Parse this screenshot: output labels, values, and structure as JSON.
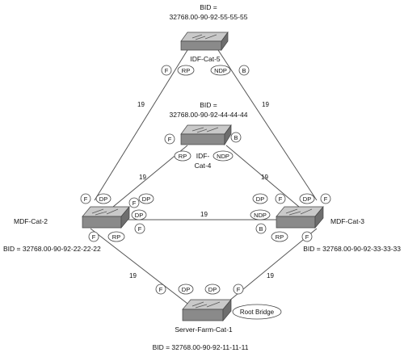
{
  "switches": {
    "idf5": {
      "name": "IDF-Cat-5",
      "bid_label": "BID =",
      "bid_value": "32768.00-90-92-55-55-55"
    },
    "idf4": {
      "name_line1": "IDF-",
      "name_line2": "Cat-4",
      "bid_label": "BID =",
      "bid_value": "32768.00-90-92-44-44-44"
    },
    "mdf2": {
      "name": "MDF-Cat-2",
      "bid": "BID = 32768.00-90-92-22-22-22"
    },
    "mdf3": {
      "name": "MDF-Cat-3",
      "bid": "BID = 32768.00-90-92-33-33-33"
    },
    "sf1": {
      "name": "Server-Farm-Cat-1",
      "bid": "BID = 32768.00-90-92-11-11-11",
      "root_label": "Root Bridge"
    }
  },
  "link_costs": {
    "idf5_mdf2": "19",
    "idf5_mdf3": "19",
    "idf4_mdf2": "19",
    "idf4_mdf3": "19",
    "mdf2_mdf3": "19",
    "mdf2_sf1": "19",
    "mdf3_sf1": "19"
  },
  "port_tags": {
    "idf5_f": "F",
    "idf5_rp": "RP",
    "idf5_ndp": "NDP",
    "idf5_b": "B",
    "idf4_f": "F",
    "idf4_b": "B",
    "idf4_rp": "RP",
    "idf4_ndp": "NDP",
    "mdf2_f1": "F",
    "mdf2_dp1": "DP",
    "mdf2_dp2": "DP",
    "mdf2_f2": "F",
    "mdf2_dp3": "DP",
    "mdf2_f3": "F",
    "mdf2_f4": "F",
    "mdf2_rp": "RP",
    "mdf3_dp1": "DP",
    "mdf3_f1": "F",
    "mdf3_dp2": "DP",
    "mdf3_f2": "F",
    "mdf3_ndp": "NDP",
    "mdf3_b": "B",
    "mdf3_rp": "RP",
    "mdf3_f3": "F",
    "sf1_f1": "F",
    "sf1_dp1": "DP",
    "sf1_dp2": "DP",
    "sf1_f2": "F"
  },
  "colors": {
    "switch_top": "#c9c9c9",
    "switch_front": "#8a8a8a",
    "switch_side": "#6e6e6e",
    "link": "#555555"
  }
}
